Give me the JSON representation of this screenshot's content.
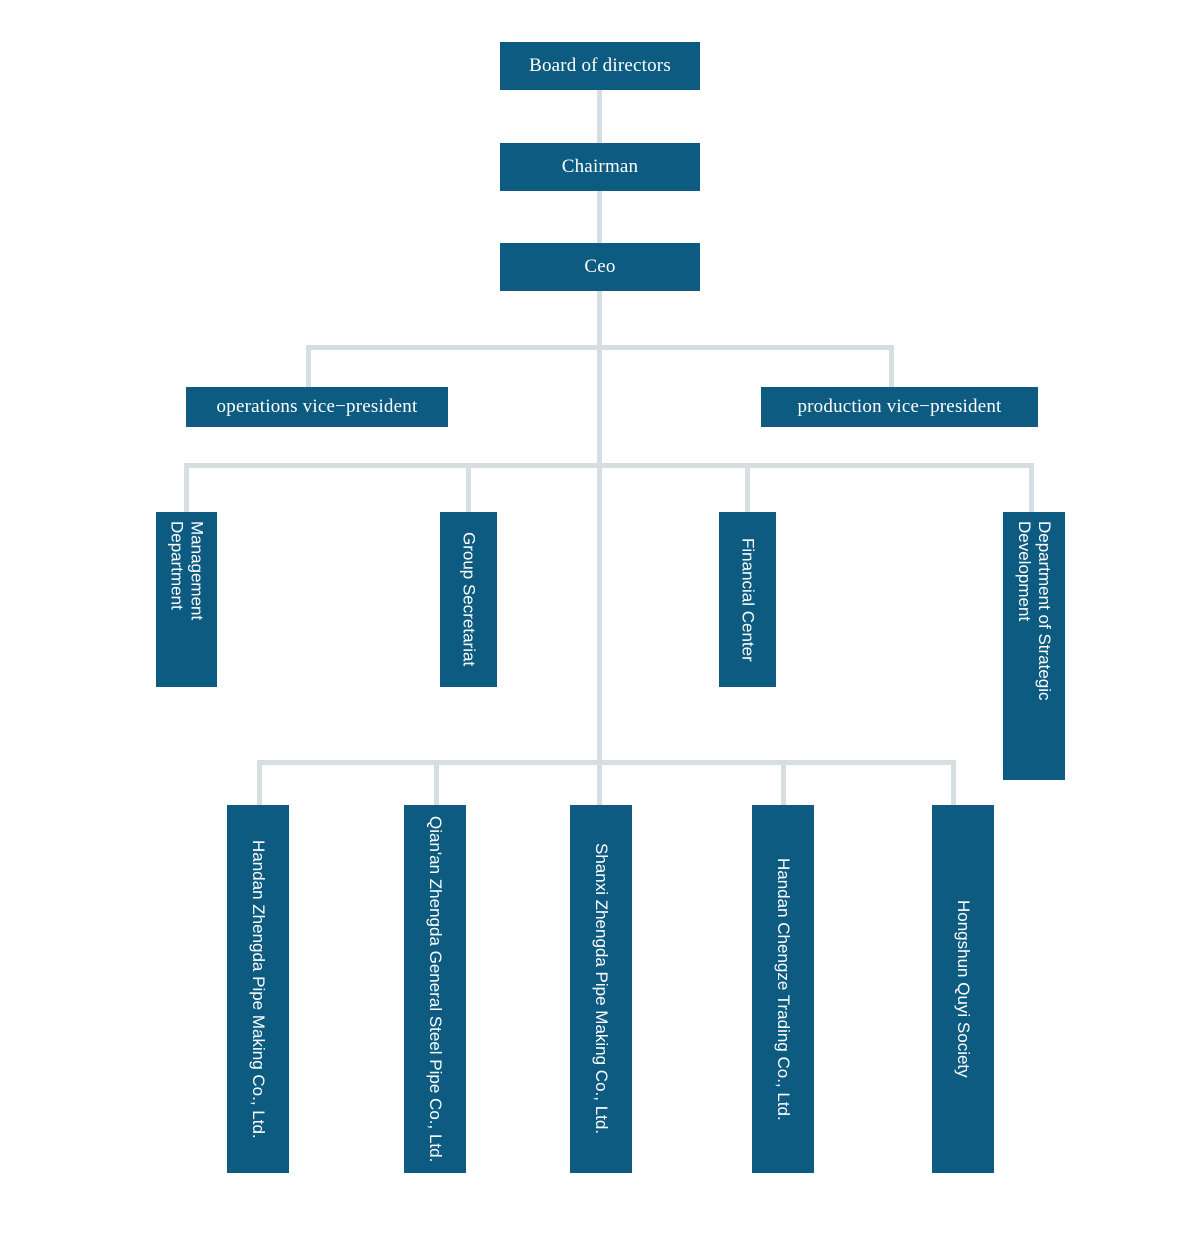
{
  "chart_data": {
    "type": "diagram",
    "title": "Organizational Structure Chart",
    "orientation": "top-down hierarchy",
    "box_color": "#0d5b80",
    "line_color": "#d6dee2",
    "text_color": "#ffffff",
    "background": "#ffffff",
    "levels": [
      {
        "level": 1,
        "nodes": [
          "Board of directors"
        ]
      },
      {
        "level": 2,
        "nodes": [
          "Chairman"
        ]
      },
      {
        "level": 3,
        "nodes": [
          "Ceo"
        ]
      },
      {
        "level": 4,
        "nodes": [
          "operations vice−president",
          "production vice−president"
        ]
      },
      {
        "level": 5,
        "nodes": [
          "Management Department",
          "Group Secretariat",
          "Financial Center",
          "Department of Strategic Development"
        ]
      },
      {
        "level": 6,
        "nodes": [
          "Handan Zhengda Pipe Making Co., Ltd.",
          "Qian'an Zhengda General Steel Pipe Co., Ltd.",
          "Shanxi Zhengda Pipe Making Co., Ltd.",
          "Handan Chengze Trading Co., Ltd.",
          "Hongshun Quyi Society"
        ]
      }
    ]
  },
  "nodes": {
    "board": "Board of directors",
    "chairman": "Chairman",
    "ceo": "Ceo",
    "operations_vp": "operations vice−president",
    "production_vp": "production vice−president",
    "management_department": "Management Department",
    "group_secretariat": "Group Secretariat",
    "financial_center": "Financial Center",
    "strategic_development": "Department of Strategic Development",
    "handan_zhengda": "Handan Zhengda Pipe Making Co., Ltd.",
    "qianan_zhengda": "Qian'an Zhengda General Steel Pipe Co., Ltd.",
    "shanxi_zhengda": "Shanxi Zhengda Pipe Making Co., Ltd.",
    "handan_chengze": "Handan Chengze Trading Co., Ltd.",
    "hongshun_quyi": "Hongshun Quyi Society"
  }
}
